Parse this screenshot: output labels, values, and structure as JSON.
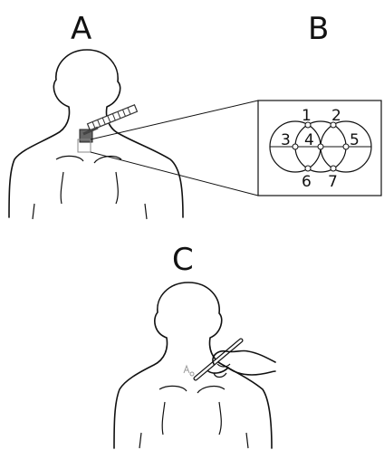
{
  "panels": {
    "a": {
      "letter": "A"
    },
    "b": {
      "letter": "B",
      "points": [
        "1",
        "2",
        "3",
        "4",
        "5",
        "6",
        "7"
      ]
    },
    "c": {
      "letter": "C"
    }
  }
}
